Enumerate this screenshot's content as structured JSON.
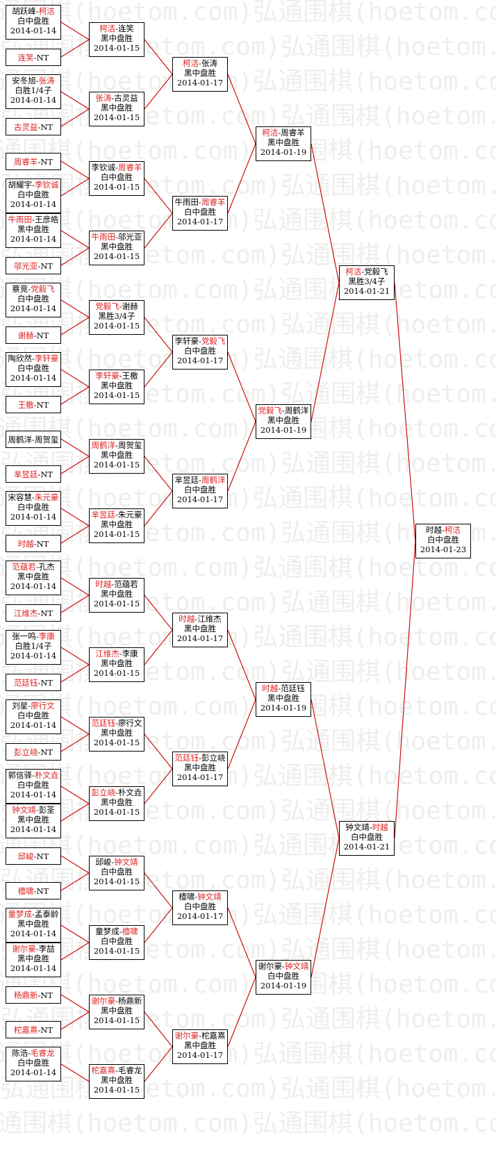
{
  "watermark": "弘通围棋(hoetom.com)",
  "colors": {
    "winner": "#dd2222",
    "text": "#000000",
    "line": "#cc1111",
    "border": "#000000",
    "watermark": "#eeeeee"
  },
  "rounds": [
    [
      {
        "p1": "胡跃峰",
        "p2": "柯洁",
        "w": 2,
        "result": "白中盘胜",
        "date": "2014-01-14"
      },
      {
        "p1": "连笑",
        "p2": "NT",
        "w": 1
      },
      {
        "p1": "安冬旭",
        "p2": "张涛",
        "w": 2,
        "result": "白胜1/4子",
        "date": "2014-01-14"
      },
      {
        "p1": "古灵益",
        "p2": "NT",
        "w": 1
      },
      {
        "p1": "周睿羊",
        "p2": "NT",
        "w": 1
      },
      {
        "p1": "胡耀宇",
        "p2": "李钦诚",
        "w": 2,
        "result": "白中盘胜",
        "date": "2014-01-14"
      },
      {
        "p1": "牛雨田",
        "p2": "王彦皓",
        "w": 1,
        "result": "黑中盘胜",
        "date": "2014-01-14"
      },
      {
        "p1": "邬光亚",
        "p2": "NT",
        "w": 1
      },
      {
        "p1": "蔡竞",
        "p2": "党毅飞",
        "w": 2,
        "result": "白中盘胜",
        "date": "2014-01-14"
      },
      {
        "p1": "谢赫",
        "p2": "NT",
        "w": 1
      },
      {
        "p1": "陶欣然",
        "p2": "李轩豪",
        "w": 2,
        "result": "白中盘胜",
        "date": "2014-01-14"
      },
      {
        "p1": "王檄",
        "p2": "NT",
        "w": 1
      },
      null,
      {
        "p1": "芈昱廷",
        "p2": "NT",
        "w": 1
      },
      {
        "p1": "宋容慧",
        "p2": "朱元豪",
        "w": 2,
        "result": "白中盘胜",
        "date": "2014-01-14"
      },
      {
        "p1": "时越",
        "p2": "NT",
        "w": 1
      },
      {
        "p1": "范蕴若",
        "p2": "孔杰",
        "w": 1,
        "result": "黑中盘胜",
        "date": "2014-01-14"
      },
      {
        "p1": "江维杰",
        "p2": "NT",
        "w": 1
      },
      {
        "p1": "张一鸣",
        "p2": "李康",
        "w": 2,
        "result": "白胜1/4子",
        "date": "2014-01-14"
      },
      {
        "p1": "范廷钰",
        "p2": "NT",
        "w": 1
      },
      {
        "p1": "刘星",
        "p2": "廖行文",
        "w": 2,
        "result": "白中盘胜",
        "date": "2014-01-14"
      },
      {
        "p1": "彭立峣",
        "p2": "NT",
        "w": 1
      },
      {
        "p1": "郭信驿",
        "p2": "朴文垚",
        "w": 2,
        "result": "白中盘胜",
        "date": "2014-01-14"
      },
      {
        "p1": "钟文靖",
        "p2": "彭荃",
        "w": 1,
        "result": "黑中盘胜",
        "date": "2014-01-14"
      },
      {
        "p1": "邱峻",
        "p2": "NT",
        "w": 1
      },
      {
        "p1": "檀啸",
        "p2": "NT",
        "w": 1
      },
      {
        "p1": "童梦成",
        "p2": "孟泰龄",
        "w": 1,
        "result": "黑中盘胜",
        "date": "2014-01-14"
      },
      {
        "p1": "谢尔豪",
        "p2": "李喆",
        "w": 1,
        "result": "黑中盘胜",
        "date": "2014-01-14"
      },
      {
        "p1": "杨鼎新",
        "p2": "NT",
        "w": 1
      },
      {
        "p1": "柁嘉熹",
        "p2": "NT",
        "w": 1
      },
      {
        "p1": "陈浩",
        "p2": "毛睿龙",
        "w": 2,
        "result": "白中盘胜",
        "date": "2014-01-14"
      }
    ],
    [
      {
        "p1": "柯洁",
        "p2": "连笑",
        "w": 1,
        "result": "黑中盘胜",
        "date": "2014-01-15"
      },
      {
        "p1": "张涛",
        "p2": "古灵益",
        "w": 1,
        "result": "黑中盘胜",
        "date": "2014-01-15"
      },
      {
        "p1": "李钦诚",
        "p2": "周睿羊",
        "w": 2,
        "result": "白中盘胜",
        "date": "2014-01-15"
      },
      {
        "p1": "牛雨田",
        "p2": "邬光亚",
        "w": 1,
        "result": "黑中盘胜",
        "date": "2014-01-15"
      },
      {
        "p1": "党毅飞",
        "p2": "谢赫",
        "w": 1,
        "result": "黑胜3/4子",
        "date": "2014-01-15"
      },
      {
        "p1": "李轩豪",
        "p2": "王檄",
        "w": 1,
        "result": "黑中盘胜",
        "date": "2014-01-15"
      },
      {
        "p1": "周鹤洋",
        "p2": "周贺玺",
        "w": 1,
        "result": "黑中盘胜",
        "date": "2014-01-15"
      },
      {
        "p1": "芈昱廷",
        "p2": "朱元豪",
        "w": 1,
        "result": "黑中盘胜",
        "date": "2014-01-15"
      },
      {
        "p1": "时越",
        "p2": "范蕴若",
        "w": 1,
        "result": "黑中盘胜",
        "date": "2014-01-15"
      },
      {
        "p1": "江维杰",
        "p2": "李康",
        "w": 1,
        "result": "黑中盘胜",
        "date": "2014-01-15"
      },
      {
        "p1": "范廷钰",
        "p2": "廖行文",
        "w": 1,
        "result": "黑中盘胜",
        "date": "2014-01-15"
      },
      {
        "p1": "彭立峣",
        "p2": "朴文垚",
        "w": 1,
        "result": "黑中盘胜",
        "date": "2014-01-15"
      },
      {
        "p1": "邱峻",
        "p2": "钟文靖",
        "w": 2,
        "result": "白中盘胜",
        "date": "2014-01-15"
      },
      {
        "p1": "童梦成",
        "p2": "檀啸",
        "w": 2,
        "result": "白中盘胜",
        "date": "2014-01-15"
      },
      {
        "p1": "谢尔豪",
        "p2": "杨鼎新",
        "w": 1,
        "result": "黑中盘胜",
        "date": "2014-01-15"
      },
      {
        "p1": "柁嘉熹",
        "p2": "毛睿龙",
        "w": 1,
        "result": "黑中盘胜",
        "date": "2014-01-15"
      }
    ],
    [
      {
        "p1": "柯洁",
        "p2": "张涛",
        "w": 1,
        "result": "黑中盘胜",
        "date": "2014-01-17"
      },
      {
        "p1": "牛雨田",
        "p2": "周睿羊",
        "w": 2,
        "result": "白中盘胜",
        "date": "2014-01-17"
      },
      {
        "p1": "李轩豪",
        "p2": "党毅飞",
        "w": 2,
        "result": "白中盘胜",
        "date": "2014-01-17"
      },
      {
        "p1": "芈昱廷",
        "p2": "周鹤洋",
        "w": 2,
        "result": "白中盘胜",
        "date": "2014-01-17"
      },
      {
        "p1": "时越",
        "p2": "江维杰",
        "w": 1,
        "result": "黑中盘胜",
        "date": "2014-01-17"
      },
      {
        "p1": "范廷钰",
        "p2": "彭立峣",
        "w": 1,
        "result": "黑中盘胜",
        "date": "2014-01-17"
      },
      {
        "p1": "檀啸",
        "p2": "钟文靖",
        "w": 2,
        "result": "白中盘胜",
        "date": "2014-01-17"
      },
      {
        "p1": "谢尔豪",
        "p2": "柁嘉熹",
        "w": 1,
        "result": "黑中盘胜",
        "date": "2014-01-17"
      }
    ],
    [
      {
        "p1": "柯洁",
        "p2": "周睿羊",
        "w": 1,
        "result": "黑中盘胜",
        "date": "2014-01-19"
      },
      {
        "p1": "党毅飞",
        "p2": "周鹤洋",
        "w": 1,
        "result": "黑中盘胜",
        "date": "2014-01-19"
      },
      {
        "p1": "时越",
        "p2": "范廷钰",
        "w": 1,
        "result": "黑中盘胜",
        "date": "2014-01-19"
      },
      {
        "p1": "谢尔豪",
        "p2": "钟文靖",
        "w": 2,
        "result": "白中盘胜",
        "date": "2014-01-19"
      }
    ],
    [
      {
        "p1": "柯洁",
        "p2": "党毅飞",
        "w": 1,
        "result": "黑胜3/4子",
        "date": "2014-01-21"
      },
      {
        "p1": "钟文靖",
        "p2": "时越",
        "w": 2,
        "result": "白中盘胜",
        "date": "2014-01-21"
      }
    ],
    [
      {
        "p1": "时越",
        "p2": "柯洁",
        "w": 2,
        "result": "白中盘胜",
        "date": "2014-01-23"
      }
    ]
  ]
}
